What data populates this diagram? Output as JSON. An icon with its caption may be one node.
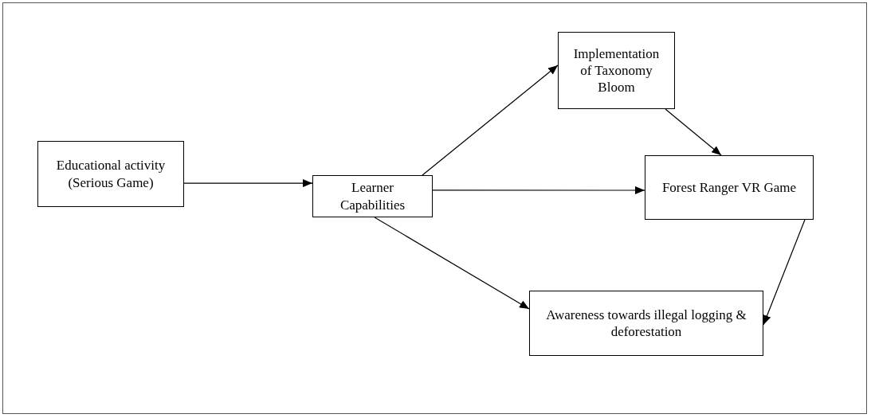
{
  "diagram": {
    "nodes": [
      {
        "text": [
          "Educational activity (Serious Game)"
        ]
      },
      {
        "text": [
          "Learner Capabilities"
        ]
      },
      {
        "text": [
          "Implementation of Taxonomy Bloom"
        ]
      },
      {
        "text": [
          "Forest Ranger VR Game"
        ]
      },
      {
        "text": [
          "Awareness towards illegal logging & deforestation"
        ]
      }
    ],
    "edges": [
      {
        "from": 0,
        "to": 1,
        "arrow": "to"
      },
      {
        "from": 1,
        "to": 2,
        "arrow": "to"
      },
      {
        "from": 2,
        "to": 3,
        "arrow": "to"
      },
      {
        "from": 1,
        "to": 3,
        "arrow": "to"
      },
      {
        "from": 1,
        "to": 4,
        "arrow": "to"
      },
      {
        "from": 3,
        "to": 4,
        "arrow": "to"
      }
    ]
  }
}
